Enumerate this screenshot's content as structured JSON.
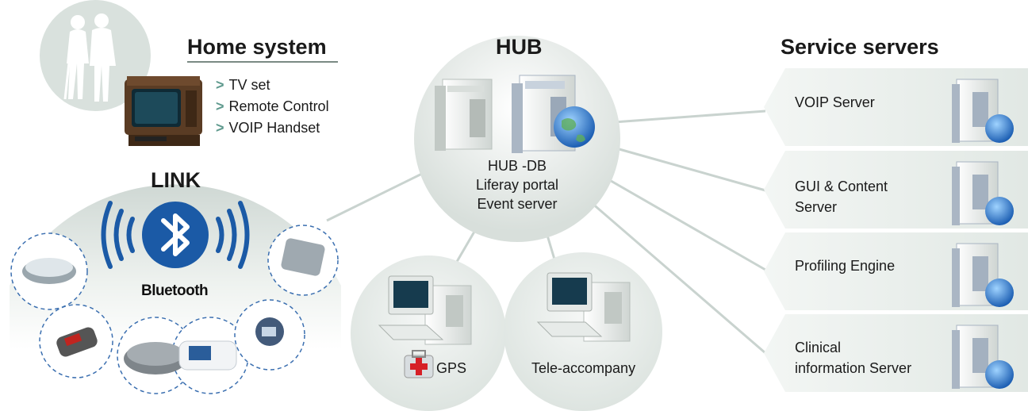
{
  "home": {
    "title": "Home system",
    "items": [
      "TV set",
      "Remote Control",
      "VOIP Handset"
    ],
    "bullet_glyph": ">"
  },
  "link": {
    "title": "LINK",
    "bluetooth": "Bluetooth"
  },
  "hub": {
    "title": "HUB",
    "lines": [
      "HUB -DB",
      "Liferay portal",
      "Event server"
    ]
  },
  "clients": [
    {
      "label": "GPS",
      "icon": "medical-kit-icon"
    },
    {
      "label": "Tele-accompany"
    }
  ],
  "services": {
    "title": "Service servers",
    "servers": [
      {
        "lines": [
          "VOIP Server"
        ]
      },
      {
        "lines": [
          "GUI & Content",
          "Server"
        ]
      },
      {
        "lines": [
          "Profiling Engine"
        ]
      },
      {
        "lines": [
          "Clinical",
          "information Server"
        ]
      }
    ]
  },
  "colors": {
    "disc": "#dfe5e1",
    "connector": "#c9d3cf",
    "bluetooth": "#1b5aa6",
    "dashed": "#3b6fb0",
    "bullet": "#5f9a8e",
    "banner": "#e6ebe8"
  }
}
